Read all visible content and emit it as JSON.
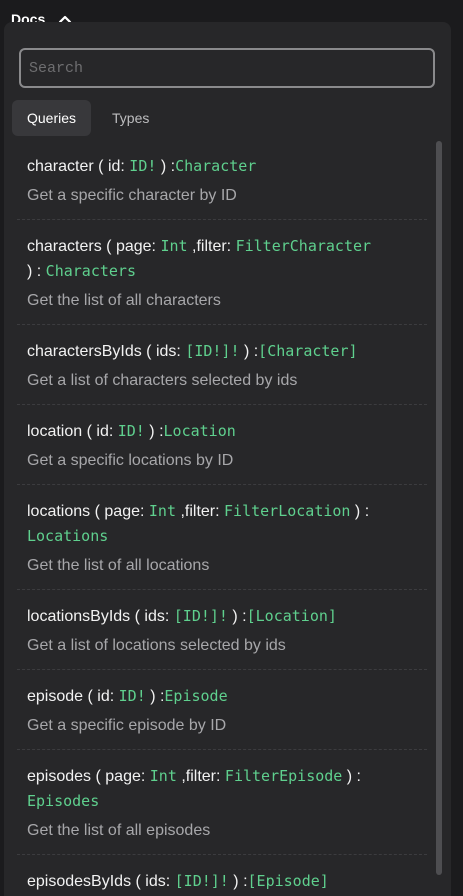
{
  "header": {
    "title": "Docs"
  },
  "search": {
    "placeholder": "Search"
  },
  "tabs": [
    {
      "label": "Queries",
      "active": true
    },
    {
      "label": "Types",
      "active": false
    }
  ],
  "entries": [
    {
      "name": "character",
      "args": [
        {
          "name": "id",
          "type": "ID!"
        }
      ],
      "return_type": "Character",
      "description": "Get a specific character by ID"
    },
    {
      "name": "characters",
      "args": [
        {
          "name": "page",
          "type": "Int"
        },
        {
          "name": "filter",
          "type": "FilterCharacter"
        }
      ],
      "return_type": "Characters",
      "description": "Get the list of all characters"
    },
    {
      "name": "charactersByIds",
      "args": [
        {
          "name": "ids",
          "type": "[ID!]!"
        }
      ],
      "return_type": "[Character]",
      "description": "Get a list of characters selected by ids"
    },
    {
      "name": "location",
      "args": [
        {
          "name": "id",
          "type": "ID!"
        }
      ],
      "return_type": "Location",
      "description": "Get a specific locations by ID"
    },
    {
      "name": "locations",
      "args": [
        {
          "name": "page",
          "type": "Int"
        },
        {
          "name": "filter",
          "type": "FilterLocation"
        }
      ],
      "return_type": "Locations",
      "description": "Get the list of all locations"
    },
    {
      "name": "locationsByIds",
      "args": [
        {
          "name": "ids",
          "type": "[ID!]!"
        }
      ],
      "return_type": "[Location]",
      "description": "Get a list of locations selected by ids"
    },
    {
      "name": "episode",
      "args": [
        {
          "name": "id",
          "type": "ID!"
        }
      ],
      "return_type": "Episode",
      "description": "Get a specific episode by ID"
    },
    {
      "name": "episodes",
      "args": [
        {
          "name": "page",
          "type": "Int"
        },
        {
          "name": "filter",
          "type": "FilterEpisode"
        }
      ],
      "return_type": "Episodes",
      "description": "Get the list of all episodes"
    },
    {
      "name": "episodesByIds",
      "args": [
        {
          "name": "ids",
          "type": "[ID!]!"
        }
      ],
      "return_type": "[Episode]",
      "description": ""
    }
  ],
  "colors": {
    "background": "#1b1b1d",
    "panel": "#272729",
    "type_accent": "#5fd08e",
    "muted_text": "#a7a7aa"
  },
  "icons": {
    "collapse": "chevron-up-icon"
  }
}
